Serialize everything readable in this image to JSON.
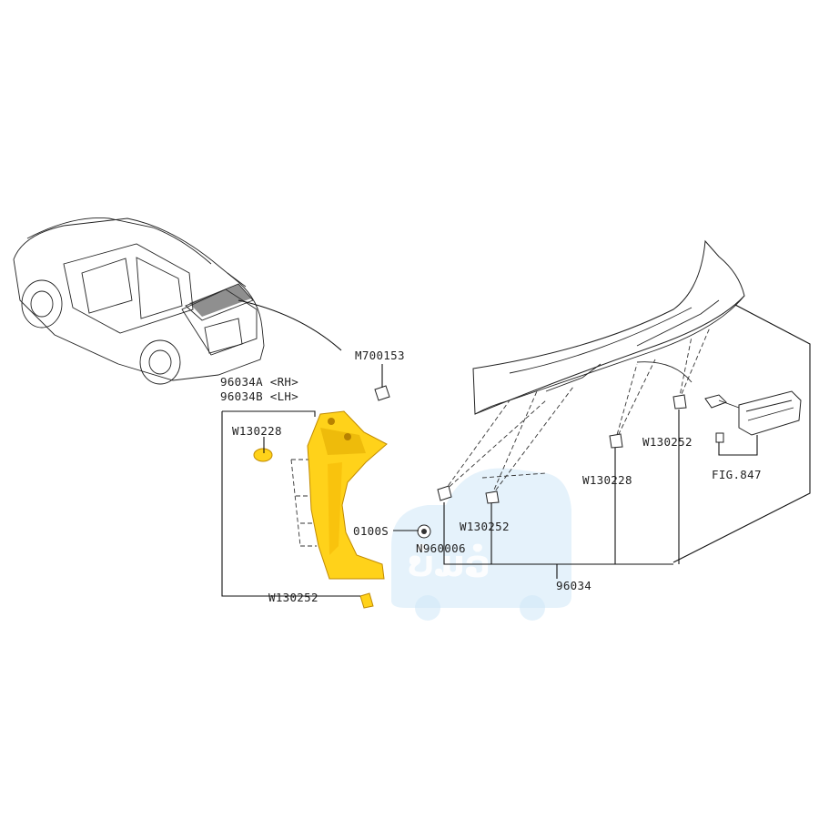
{
  "labels": {
    "m700153": "M700153",
    "part_rh": "96034A <RH>",
    "part_lh": "96034B <LH>",
    "w130228_left": "W130228",
    "w130252_bottom": "W130252",
    "o100s": "0100S",
    "n960006": "N960006",
    "w130252_mid": "W130252",
    "w130228_right": "W130228",
    "w130252_right": "W130252",
    "fig847": "FIG.847",
    "p96034": "96034"
  },
  "watermark": "ບໍ່ມວ່ໍ",
  "colors": {
    "highlight": "#ffd21a",
    "watermark": "#cfe8f7"
  }
}
